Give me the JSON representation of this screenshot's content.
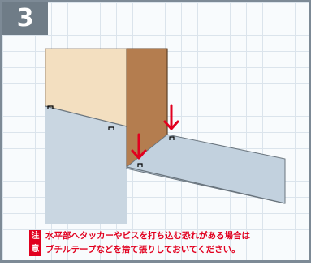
{
  "step": {
    "number": "3"
  },
  "note": {
    "badge_chars": [
      "注",
      "意"
    ],
    "lines": [
      "水平部へタッカーやビスを打ち込む恐れがある場合は",
      "ブチルテープなどを捨て張りしておいてください。"
    ]
  },
  "colors": {
    "warning_red": "#e1001f",
    "badge_gray": "#6f7c87",
    "frame_gray": "#7d8a96",
    "wall_beige": "#f3dfc0",
    "post_brown": "#b47d4f",
    "membrane_blue": "#c9d6e1"
  },
  "icons": [
    "down-arrow-icon",
    "down-arrow-icon",
    "staple-mark-icon"
  ]
}
